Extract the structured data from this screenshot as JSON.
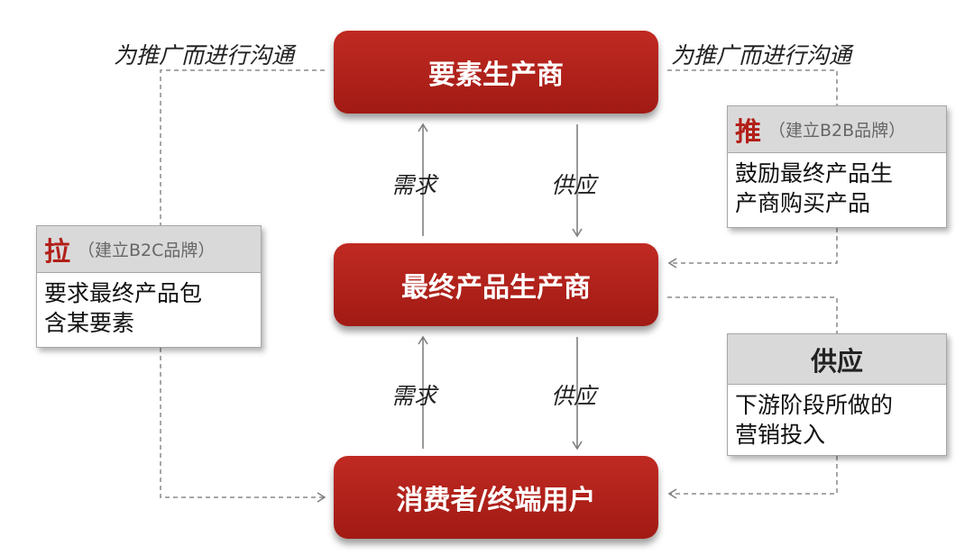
{
  "nodes": {
    "top": "要素生产商",
    "middle": "最终产品生产商",
    "bottom": "消费者/终端用户"
  },
  "edge_labels": {
    "comm_left": "为推广而进行沟通",
    "comm_right": "为推广而进行沟通",
    "demand_upper": "需求",
    "supply_upper": "供应",
    "demand_lower": "需求",
    "supply_lower": "供应"
  },
  "pull_box": {
    "key": "拉",
    "paren": "（建立B2C品牌）",
    "lines": [
      "要求最终产品包",
      "含某要素"
    ]
  },
  "push_box": {
    "key": "推",
    "paren": "（建立B2B品牌）",
    "lines": [
      "鼓励最终产品生",
      "产商购买产品"
    ]
  },
  "supply_box": {
    "title": "供应",
    "lines": [
      "下游阶段所做的",
      "营销投入"
    ]
  },
  "colors": {
    "node_red": "#b0211b",
    "key_red": "#b21f18",
    "box_header_gray": "#d9d9d9",
    "box_border": "#a7a7a7",
    "connector_gray": "#808080"
  }
}
